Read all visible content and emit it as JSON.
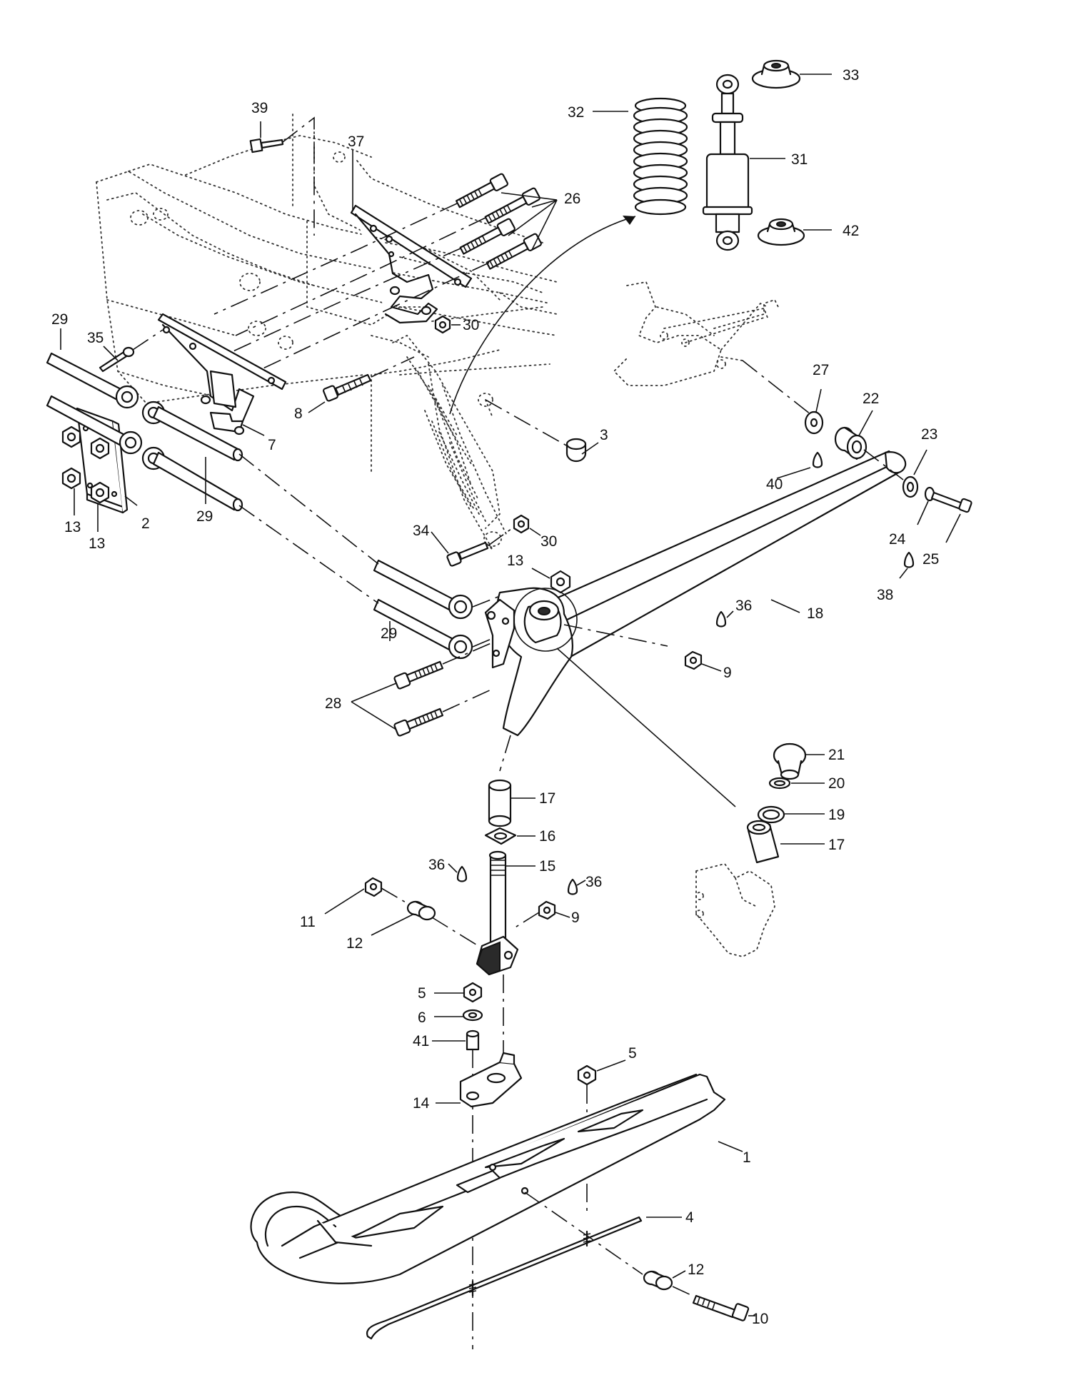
{
  "diagram": {
    "colors": {
      "ink": "#111111",
      "paper": "#ffffff"
    },
    "callouts": [
      {
        "id": "c1",
        "label": "1"
      },
      {
        "id": "c2",
        "label": "2"
      },
      {
        "id": "c3",
        "label": "3"
      },
      {
        "id": "c4",
        "label": "4"
      },
      {
        "id": "c5a",
        "label": "5"
      },
      {
        "id": "c5b",
        "label": "5"
      },
      {
        "id": "c6",
        "label": "6"
      },
      {
        "id": "c7",
        "label": "7"
      },
      {
        "id": "c8",
        "label": "8"
      },
      {
        "id": "c9a",
        "label": "9"
      },
      {
        "id": "c9b",
        "label": "9"
      },
      {
        "id": "c10",
        "label": "10"
      },
      {
        "id": "c11",
        "label": "11"
      },
      {
        "id": "c12a",
        "label": "12"
      },
      {
        "id": "c12b",
        "label": "12"
      },
      {
        "id": "c13a",
        "label": "13"
      },
      {
        "id": "c13b",
        "label": "13"
      },
      {
        "id": "c13c",
        "label": "13"
      },
      {
        "id": "c14",
        "label": "14"
      },
      {
        "id": "c15",
        "label": "15"
      },
      {
        "id": "c16",
        "label": "16"
      },
      {
        "id": "c17a",
        "label": "17"
      },
      {
        "id": "c17b",
        "label": "17"
      },
      {
        "id": "c18",
        "label": "18"
      },
      {
        "id": "c19",
        "label": "19"
      },
      {
        "id": "c20",
        "label": "20"
      },
      {
        "id": "c21",
        "label": "21"
      },
      {
        "id": "c22",
        "label": "22"
      },
      {
        "id": "c23",
        "label": "23"
      },
      {
        "id": "c24",
        "label": "24"
      },
      {
        "id": "c25",
        "label": "25"
      },
      {
        "id": "c26",
        "label": "26"
      },
      {
        "id": "c27",
        "label": "27"
      },
      {
        "id": "c28",
        "label": "28"
      },
      {
        "id": "c29a",
        "label": "29"
      },
      {
        "id": "c29b",
        "label": "29"
      },
      {
        "id": "c29c",
        "label": "29"
      },
      {
        "id": "c30a",
        "label": "30"
      },
      {
        "id": "c30b",
        "label": "30"
      },
      {
        "id": "c31",
        "label": "31"
      },
      {
        "id": "c32",
        "label": "32"
      },
      {
        "id": "c33",
        "label": "33"
      },
      {
        "id": "c34",
        "label": "34"
      },
      {
        "id": "c35",
        "label": "35"
      },
      {
        "id": "c36a",
        "label": "36"
      },
      {
        "id": "c36b",
        "label": "36"
      },
      {
        "id": "c36c",
        "label": "36"
      },
      {
        "id": "c37",
        "label": "37"
      },
      {
        "id": "c38",
        "label": "38"
      },
      {
        "id": "c39",
        "label": "39"
      },
      {
        "id": "c40",
        "label": "40"
      },
      {
        "id": "c41",
        "label": "41"
      },
      {
        "id": "c42",
        "label": "42"
      }
    ]
  }
}
